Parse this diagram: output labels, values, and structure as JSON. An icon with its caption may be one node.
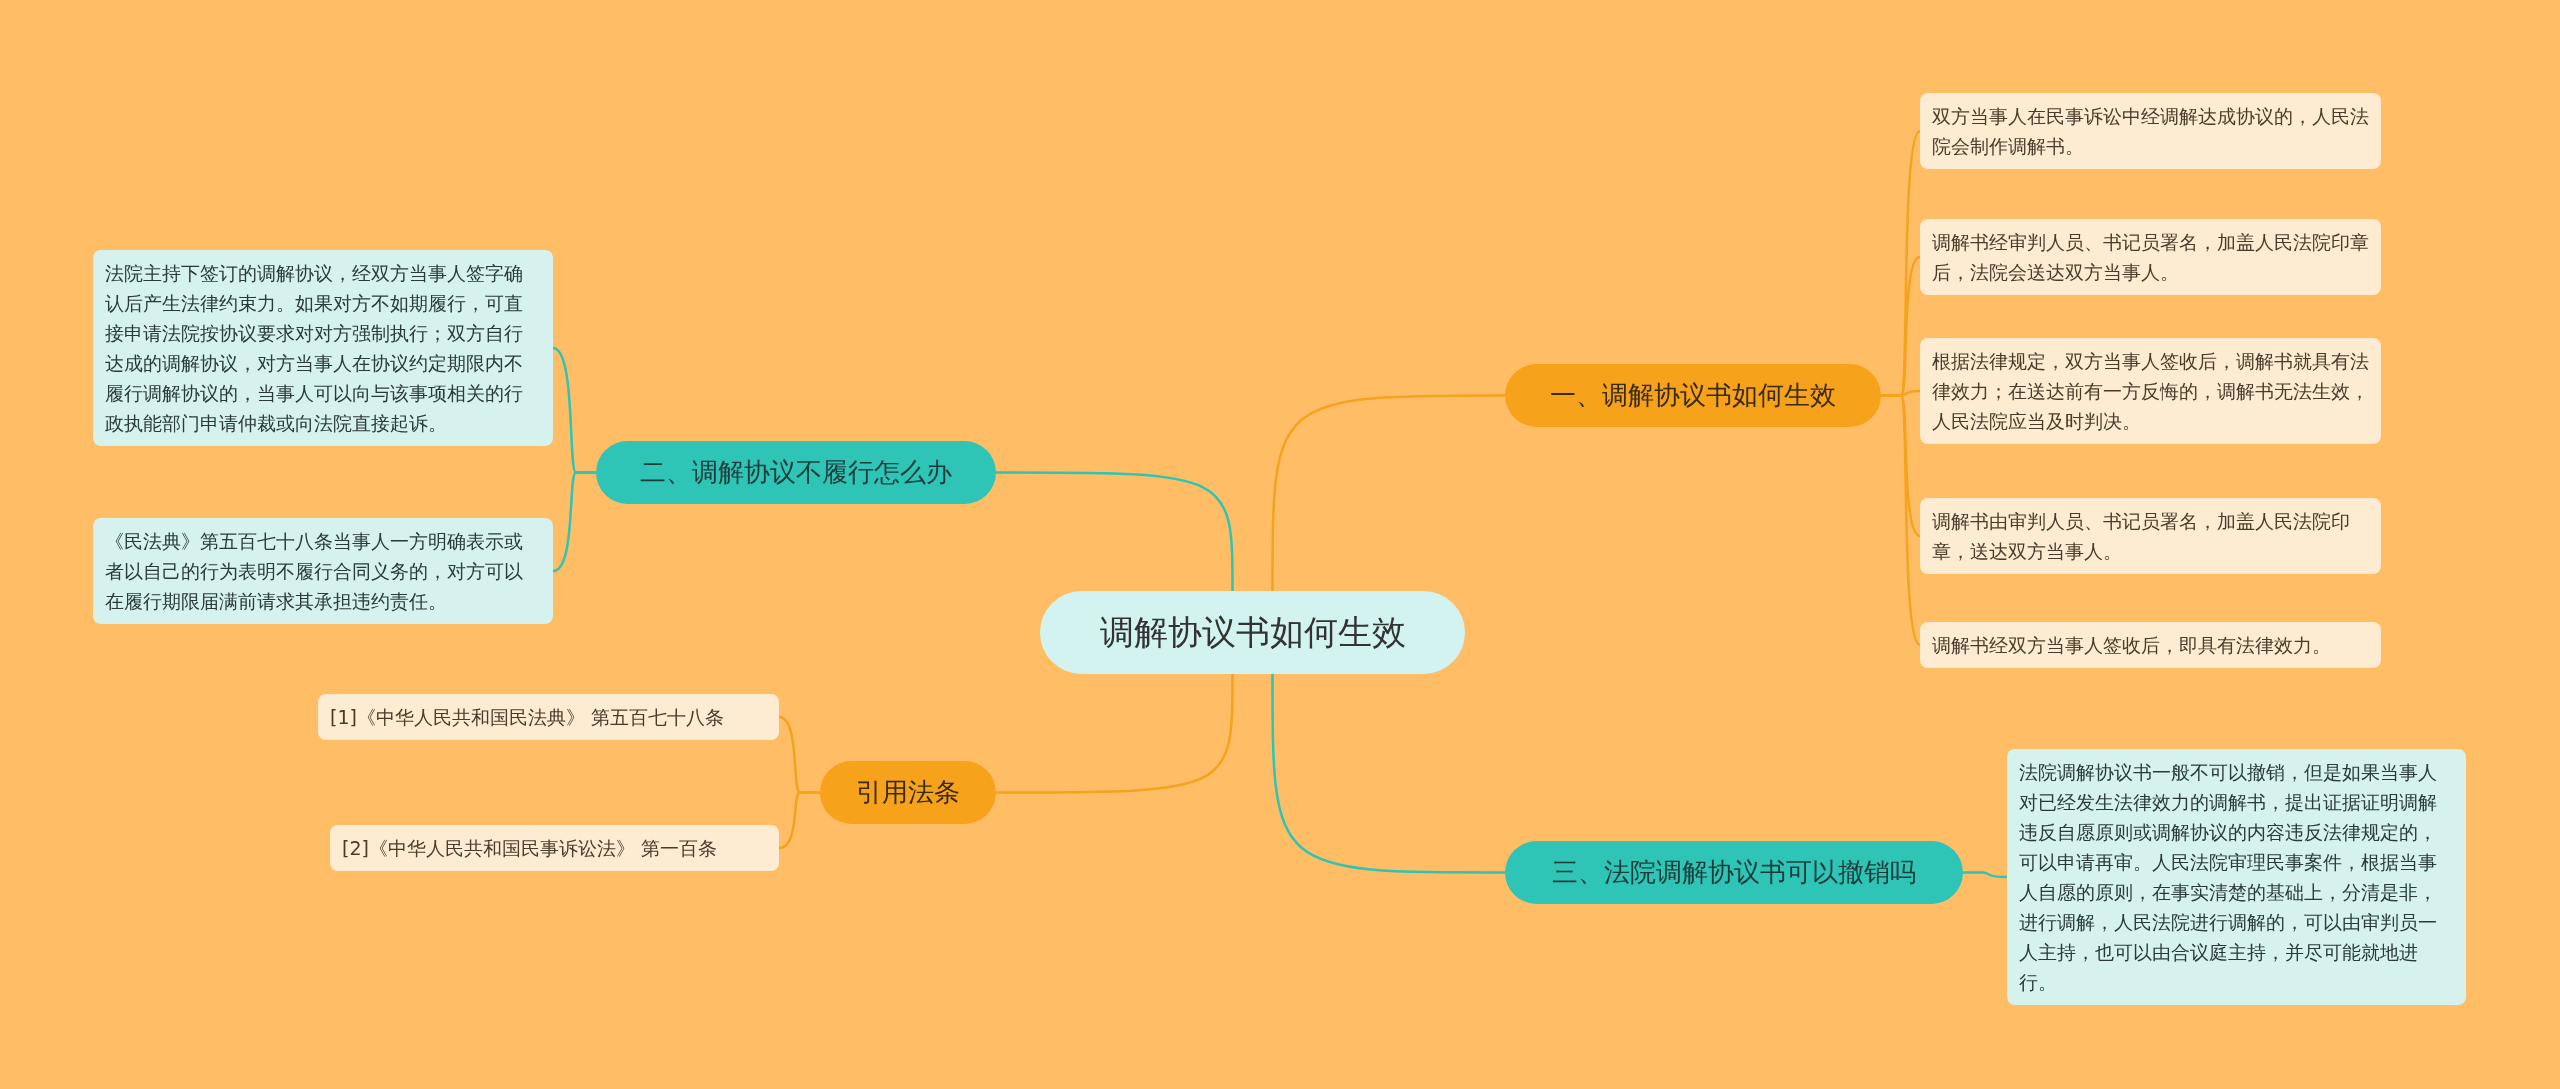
{
  "diagram": {
    "nodes": [
      {
        "text": [
          "调解协议书如何生效"
        ]
      },
      {
        "text": [
          "一、调解协议书如何生效"
        ]
      },
      {
        "text": [
          "双方当事人在民事诉讼中经调解达成协议的，人民法院会制作调解书。"
        ]
      },
      {
        "text": [
          "调解书经审判人员、书记员署名，加盖人民法院印章后，法院会送达双方当事人。"
        ]
      },
      {
        "text": [
          "根据法律规定，双方当事人签收后，调解书就具有法律效力；在送达前有一方反悔的，调解书无法生效，人民法院应当及时判决。"
        ]
      },
      {
        "text": [
          "调解书由审判人员、书记员署名，加盖人民法院印章，送达双方当事人。"
        ]
      },
      {
        "text": [
          "调解书经双方当事人签收后，即具有法律效力。"
        ]
      },
      {
        "text": [
          "三、法院调解协议书可以撤销吗"
        ]
      },
      {
        "text": [
          "法院调解协议书一般不可以撤销，但是如果当事人对已经发生法律效力的调解书，提出证据证明调解违反自愿原则或调解协议的内容违反法律规定的，可以申请再审。人民法院审理民事案件，根据当事人自愿的原则，在事实清楚的基础上，分清是非，进行调解，人民法院进行调解的，可以由审判员一人主持，也可以由合议庭主持，并尽可能就地进行。"
        ]
      },
      {
        "text": [
          "二、调解协议不履行怎么办"
        ]
      },
      {
        "text": [
          "法院主持下签订的调解协议，经双方当事人签字确认后产生法律约束力。如果对方不如期履行，可直接申请法院按协议要求对对方强制执行；双方自行达成的调解协议，对方当事人在协议约定期限内不履行调解协议的，当事人可以向与该事项相关的行政执能部门申请仲裁或向法院直接起诉。"
        ]
      },
      {
        "text": [
          "《民法典》第五百七十八条当事人一方明确表示或者以自己的行为表明不履行合同义务的，对方可以在履行期限届满前请求其承担违约责任。"
        ]
      },
      {
        "text": [
          "引用法条"
        ]
      },
      {
        "text": [
          "[1]《中华人民共和国民法典》 第五百七十八条"
        ]
      },
      {
        "text": [
          "[2]《中华人民共和国民事诉讼法》 第一百条"
        ]
      }
    ],
    "edges": [
      {
        "from": 0,
        "to": 1,
        "arrow": "none"
      },
      {
        "from": 1,
        "to": 2,
        "arrow": "none"
      },
      {
        "from": 1,
        "to": 3,
        "arrow": "none"
      },
      {
        "from": 1,
        "to": 4,
        "arrow": "none"
      },
      {
        "from": 1,
        "to": 5,
        "arrow": "none"
      },
      {
        "from": 1,
        "to": 6,
        "arrow": "none"
      },
      {
        "from": 0,
        "to": 7,
        "arrow": "none",
        "color": "#2ec4b6"
      },
      {
        "from": 7,
        "to": 8,
        "arrow": "none",
        "color": "#2ec4b6"
      },
      {
        "from": 0,
        "to": 9,
        "arrow": "none",
        "color": "#2ec4b6"
      },
      {
        "from": 9,
        "to": 10,
        "arrow": "none",
        "color": "#2ec4b6"
      },
      {
        "from": 9,
        "to": 11,
        "arrow": "none",
        "color": "#2ec4b6"
      },
      {
        "from": 0,
        "to": 12,
        "arrow": "none"
      },
      {
        "from": 12,
        "to": 13,
        "arrow": "none"
      },
      {
        "from": 12,
        "to": 14,
        "arrow": "none"
      }
    ]
  }
}
